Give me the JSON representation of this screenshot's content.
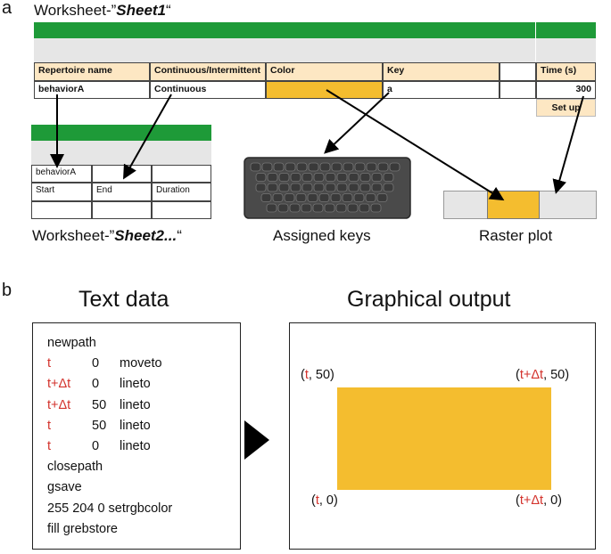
{
  "panel_a": {
    "label": "a",
    "sheet1_title_prefix": "Worksheet-”",
    "sheet1_name": "Sheet1",
    "sheet1_title_suffix": "“",
    "sheet1_headers": [
      "Repertoire name",
      "Continuous/Intermittent",
      "Color",
      "Key",
      "Time (s)"
    ],
    "sheet1_row": [
      "behaviorA",
      "Continuous",
      "",
      "a",
      "300"
    ],
    "setup_button": "Set up",
    "sheet2_row1": "behaviorA",
    "sheet2_headers": [
      "Start",
      "End",
      "Duration"
    ],
    "sheet2_title_prefix": "Worksheet-”",
    "sheet2_name": "Sheet2...",
    "sheet2_title_suffix": "“",
    "keys_caption": "Assigned keys",
    "raster_caption": "Raster plot"
  },
  "panel_b": {
    "label": "b",
    "text_title": "Text data",
    "graph_title": "Graphical output",
    "code_lines": [
      {
        "a": "newpath",
        "b": "",
        "c": "",
        "red": false
      },
      {
        "a": "t",
        "b": "0",
        "c": "moveto",
        "red": true
      },
      {
        "a": "t+Δt",
        "b": "0",
        "c": "lineto",
        "red": true
      },
      {
        "a": "t+Δt",
        "b": "50",
        "c": "lineto",
        "red": true
      },
      {
        "a": "t",
        "b": "50",
        "c": "lineto",
        "red": true
      },
      {
        "a": "t",
        "b": "0",
        "c": "lineto",
        "red": true
      },
      {
        "a": "closepath",
        "b": "",
        "c": "",
        "red": false
      },
      {
        "a": "gsave",
        "b": "",
        "c": "",
        "red": false
      },
      {
        "a": "255 204 0 setrgbcolor",
        "b": "",
        "c": "",
        "red": false
      },
      {
        "a": "fill grebstore",
        "b": "",
        "c": "",
        "red": false
      }
    ],
    "corner_tl": {
      "t": "t",
      "v": ", 50)"
    },
    "corner_tr": {
      "t": "t+Δt",
      "v": ", 50)"
    },
    "corner_bl": {
      "t": "t",
      "v": ", 0)"
    },
    "corner_br": {
      "t": "t+Δt",
      "v": ", 0)"
    },
    "open_paren": "("
  },
  "colors": {
    "green": "#1e9a38",
    "orange": "#f4bd2f",
    "red": "#d3322c",
    "header": "#fde7c3"
  }
}
